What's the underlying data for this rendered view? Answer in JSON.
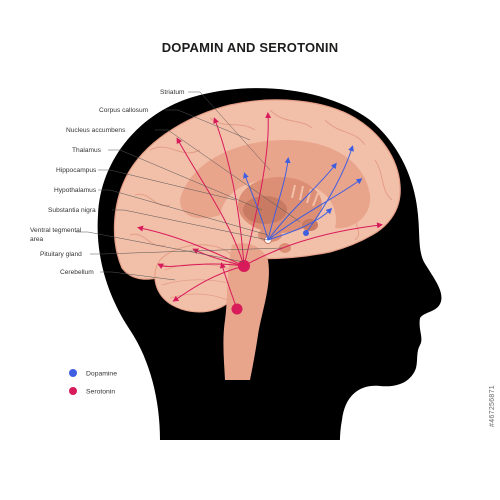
{
  "title": "DOPAMIN AND SEROTONIN",
  "labels": {
    "striatum": "Striatum",
    "corpus_callosum": "Corpus callosum",
    "nucleus_accumbens": "Nucleus accumbens",
    "thalamus": "Thalamus",
    "hippocampus": "Hippocampus",
    "hypothalamus": "Hypothalamus",
    "substantia_nigra": "Substantia nigra",
    "vta_line1": "Ventral tegmental",
    "vta_line2": "area",
    "pituitary": "Pituitary gland",
    "cerebellum": "Cerebellum"
  },
  "legend": {
    "dopamine": "Dopamine",
    "serotonin": "Serotonin"
  },
  "colors": {
    "dopamine": "#3f5fe0",
    "serotonin": "#d81b5a",
    "head": "#000000",
    "brain": "#f2bfa9"
  },
  "stock_id": "#467256871"
}
